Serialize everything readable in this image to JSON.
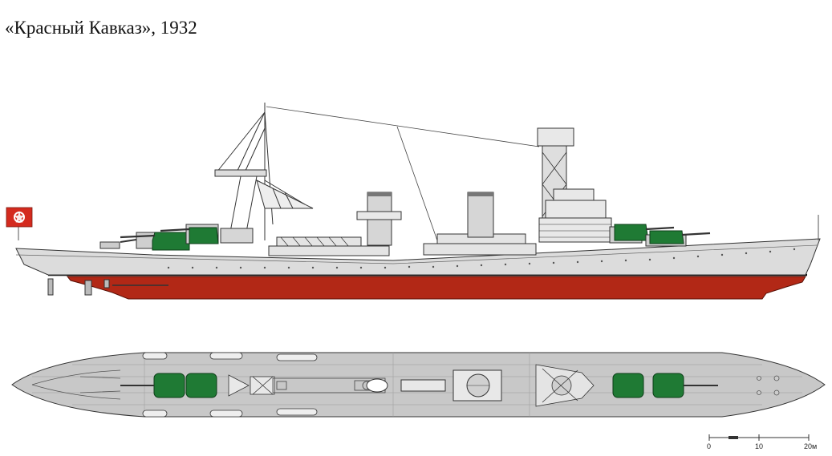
{
  "title": "«Красный Кавказ», 1932",
  "scale_bar": {
    "label_0": "0",
    "label_10": "10",
    "label_20": "20м"
  },
  "colors": {
    "hull_grey": "#dcdcdc",
    "hull_red": "#b22816",
    "turret_green": "#1f7a34",
    "deck_grey": "#c8c8c8",
    "outline": "#333333"
  }
}
